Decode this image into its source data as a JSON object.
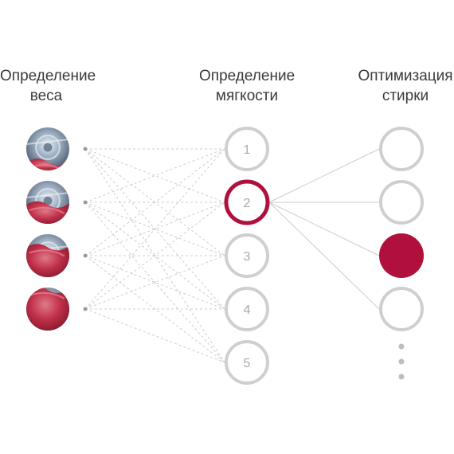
{
  "columns": {
    "weight": {
      "line1": "Определение",
      "line2": "веса"
    },
    "softness": {
      "line1": "Определение",
      "line2": "мягкости"
    },
    "optimization": {
      "line1": "Оптимизация",
      "line2": "стирки"
    }
  },
  "weight_images": [
    {
      "name": "drum-load-1-image",
      "fill_level": 0.25
    },
    {
      "name": "drum-load-2-image",
      "fill_level": 0.5
    },
    {
      "name": "drum-load-3-image",
      "fill_level": 0.75
    },
    {
      "name": "drum-load-4-image",
      "fill_level": 1.0
    }
  ],
  "softness_nodes": [
    {
      "label": "1",
      "active": false
    },
    {
      "label": "2",
      "active": true
    },
    {
      "label": "3",
      "active": false
    },
    {
      "label": "4",
      "active": false
    },
    {
      "label": "5",
      "active": false
    }
  ],
  "optimization_nodes": [
    {
      "active": false
    },
    {
      "active": false
    },
    {
      "active": true
    },
    {
      "active": false
    }
  ],
  "colors": {
    "accent": "#b0103c",
    "node_outline": "#cfcfcf",
    "connector": "#cccccc",
    "fabric": "#c0304a",
    "drum_metal": "#8a9bb0"
  }
}
